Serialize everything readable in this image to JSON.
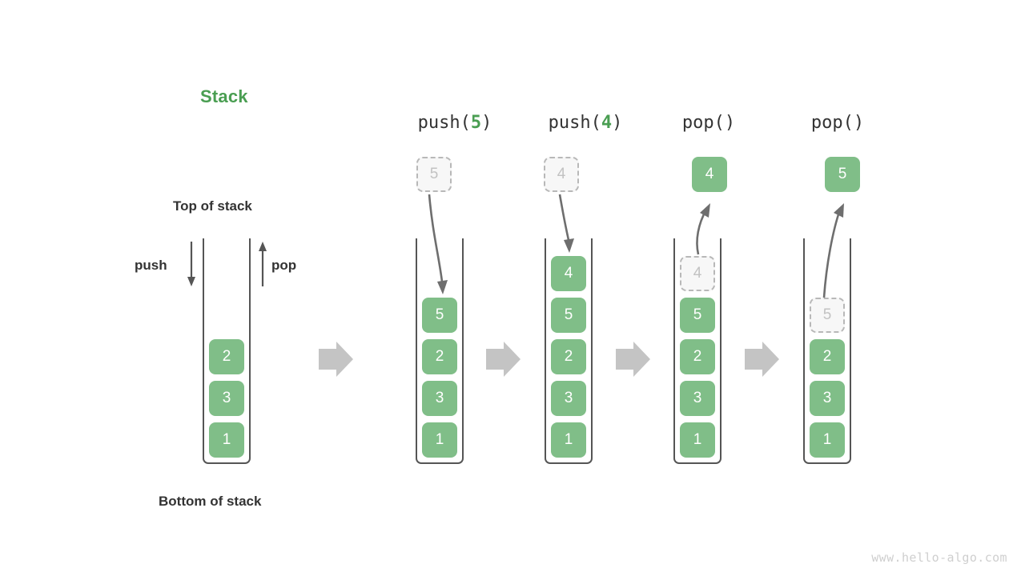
{
  "title": {
    "text": "Stack",
    "color": "#4a9e52"
  },
  "labels": {
    "top_of_stack": "Top of stack",
    "bottom_of_stack": "Bottom of stack",
    "push": "push",
    "pop": "pop"
  },
  "colors": {
    "cell_fill": "#80be88",
    "cell_text": "#ffffff",
    "ghost_fill": "#f7f7f7",
    "ghost_border": "#b8b8b8",
    "ghost_text": "#c2c2c2",
    "tube_stroke": "#555555",
    "arrow_gray": "#c4c4c4",
    "motion_arrow": "#6e6e6e",
    "label_text": "#333333",
    "accent_green": "#4a9e52",
    "watermark": "#cfcfcf"
  },
  "columns": [
    {
      "id": "initial",
      "header": "",
      "header_prefix": "",
      "header_arg": "",
      "header_suffix": "",
      "cells": [
        "2",
        "3",
        "1"
      ],
      "floating": null,
      "ghost_in_stack": null
    },
    {
      "id": "push-5",
      "header": "push(5)",
      "header_prefix": "push(",
      "header_arg": "5",
      "header_suffix": ")",
      "cells": [
        "5",
        "2",
        "3",
        "1"
      ],
      "floating": {
        "value": "5",
        "style": "ghost",
        "direction": "down"
      },
      "ghost_in_stack": null
    },
    {
      "id": "push-4",
      "header": "push(4)",
      "header_prefix": "push(",
      "header_arg": "4",
      "header_suffix": ")",
      "cells": [
        "4",
        "5",
        "2",
        "3",
        "1"
      ],
      "floating": {
        "value": "4",
        "style": "ghost",
        "direction": "down"
      },
      "ghost_in_stack": null
    },
    {
      "id": "pop-1",
      "header": "pop()",
      "header_prefix": "pop(",
      "header_arg": "",
      "header_suffix": ")",
      "cells": [
        "5",
        "2",
        "3",
        "1"
      ],
      "floating": {
        "value": "4",
        "style": "solid",
        "direction": "up"
      },
      "ghost_in_stack": {
        "value": "4"
      }
    },
    {
      "id": "pop-2",
      "header": "pop()",
      "header_prefix": "pop(",
      "header_arg": "",
      "header_suffix": ")",
      "cells": [
        "2",
        "3",
        "1"
      ],
      "floating": {
        "value": "5",
        "style": "solid",
        "direction": "up"
      },
      "ghost_in_stack": {
        "value": "5"
      }
    }
  ],
  "transition_arrows": 4,
  "watermark": "www.hello-algo.com"
}
